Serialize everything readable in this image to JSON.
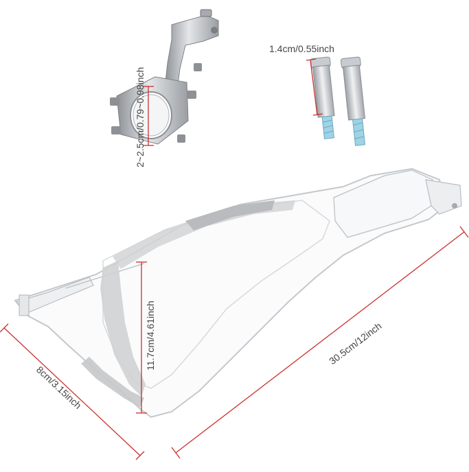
{
  "product": {
    "labels": {
      "clamp_diameter": "2~2.5cm/0.79~0.98inch",
      "bolt_length": "1.4cm/0.55inch",
      "guard_height": "11.7cm/4.61inch",
      "guard_length": "30.5cm/12inch",
      "guard_width": "8cm/3.15inch"
    },
    "colors": {
      "dimension_line": "#c9302c",
      "label_text": "#444444",
      "metal": "#b9bcc0",
      "guard_outline": "#c4c8cc"
    }
  }
}
